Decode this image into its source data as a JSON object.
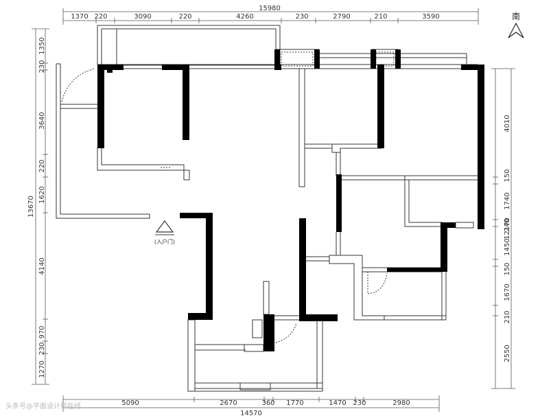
{
  "compass": {
    "label": "南"
  },
  "entry": {
    "label": "(入户门)"
  },
  "dims": {
    "top_total": "15980",
    "top": [
      "1370",
      "220",
      "3090",
      "220",
      "4260",
      "230",
      "2790",
      "210",
      "3590"
    ],
    "bottom_total": "14570",
    "bottom": [
      "5090",
      "2670",
      "360",
      "1770",
      "1470",
      "230",
      "2980"
    ],
    "left_total": "13670",
    "left": [
      "1350",
      "230",
      "3640",
      "220",
      "1620",
      "4140",
      "970",
      "230",
      "1270"
    ],
    "right_total": "12170",
    "right": [
      "4010",
      "150",
      "1740",
      "240",
      "1450",
      "150",
      "1670",
      "210",
      "2550"
    ]
  },
  "watermark": "头条号@平面设计师在线"
}
